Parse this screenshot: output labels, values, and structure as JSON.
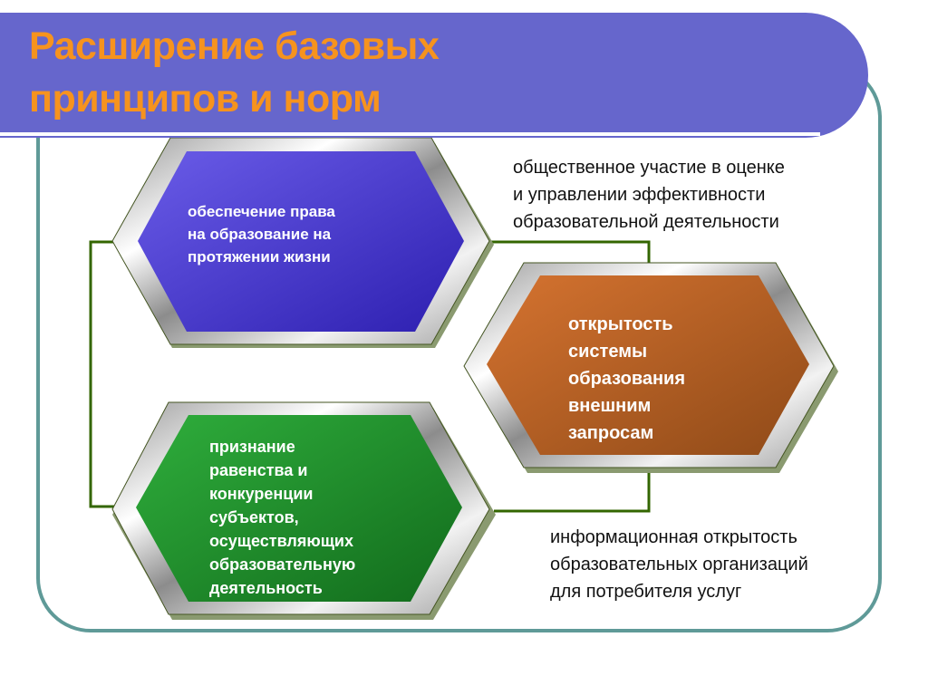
{
  "slide": {
    "title_lines": [
      "Расширение базовых",
      "принципов и норм"
    ],
    "colors": {
      "header_bg": "#6666cc",
      "title_text": "#f6931e",
      "frame_border": "#5f9a98",
      "connector": "#336600",
      "hex_blue": "#4b3fd6",
      "hex_orange": "#b8621f",
      "hex_green": "#1f8a2e",
      "hex_bevel": "#c8c8c8"
    }
  },
  "diagram": {
    "hexagons": [
      {
        "id": "blue",
        "color": "#4b3fd6",
        "lines": [
          "обеспечение права",
          "на образование на",
          "протяжении жизни"
        ]
      },
      {
        "id": "orange",
        "color": "#b8621f",
        "lines": [
          "открытость",
          "системы",
          "образования",
          "внешним",
          "запросам"
        ]
      },
      {
        "id": "green",
        "color": "#1f8a2e",
        "lines": [
          "признание",
          "равенства и",
          "конкуренции",
          "субъектов,",
          "осуществляющих",
          "образовательную",
          "деятельность"
        ]
      }
    ],
    "side_notes": [
      {
        "id": "top-right",
        "lines": [
          "общественное участие в оценке",
          "и управлении эффективности",
          "образовательной деятельности"
        ]
      },
      {
        "id": "bottom-right",
        "lines": [
          "информационная открытость",
          "образовательных организаций",
          "для потребителя услуг"
        ]
      }
    ]
  }
}
